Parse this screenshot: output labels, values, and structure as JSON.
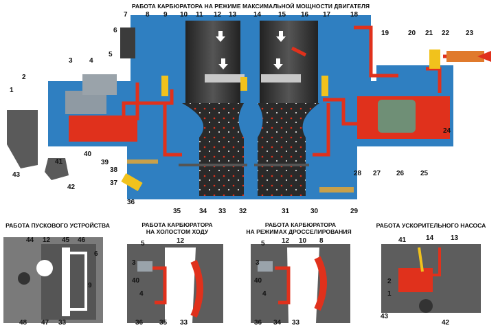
{
  "titles": {
    "main": "РАБОТА КАРБЮРАТОРА НА РЕЖИМЕ МАКСИМАЛЬНОЙ МОЩНОСТИ ДВИГАТЕЛЯ",
    "start": "РАБОТА ПУСКОВОГО УСТРОЙСТВА",
    "idle_line1": "РАБОТА КАРБЮРАТОРА",
    "idle_line2": "НА ХОЛОСТОМ ХОДУ",
    "throttle_line1": "РАБОТА КАРБЮРАТОРА",
    "throttle_line2": "НА РЕЖИМАХ ДРОССЕЛИРОВАНИЯ",
    "pump": "РАБОТА УСКОРИТЕЛЬНОГО НАСОСА"
  },
  "labels": {
    "main": [
      "1",
      "2",
      "3",
      "4",
      "5",
      "6",
      "7",
      "8",
      "9",
      "10",
      "11",
      "12",
      "13",
      "14",
      "15",
      "16",
      "17",
      "18",
      "19",
      "20",
      "21",
      "22",
      "23",
      "24",
      "25",
      "26",
      "27",
      "28",
      "29",
      "30",
      "31",
      "32",
      "33",
      "34",
      "35",
      "36",
      "37",
      "38",
      "39",
      "40",
      "41",
      "42",
      "43"
    ],
    "start": [
      "44",
      "12",
      "45",
      "46",
      "6",
      "9",
      "48",
      "47",
      "33"
    ],
    "idle": [
      "5",
      "12",
      "3",
      "40",
      "4",
      "36",
      "35",
      "33"
    ],
    "throttle": [
      "5",
      "12",
      "10",
      "8",
      "3",
      "40",
      "4",
      "36",
      "34",
      "33"
    ],
    "pump": [
      "41",
      "14",
      "13",
      "2",
      "1",
      "43",
      "42"
    ]
  },
  "colors": {
    "body": "#2f7fc1",
    "body_light": "#6fb6e6",
    "fuel": "#e0311c",
    "shaft": "#3b3b3b",
    "float": "#6f8f76",
    "spray": "#c8a04a"
  }
}
